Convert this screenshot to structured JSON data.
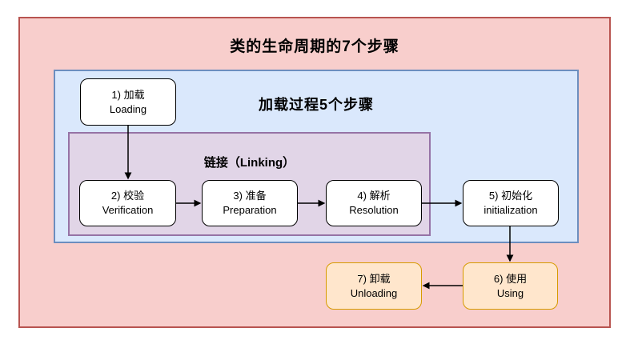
{
  "diagram": {
    "title": "类的生命周期的7个步骤",
    "groups": {
      "loading_process": {
        "label": "加载过程5个步骤"
      },
      "linking": {
        "label": "链接（Linking）"
      }
    },
    "nodes": {
      "loading": {
        "zh": "1) 加载",
        "en": "Loading"
      },
      "verification": {
        "zh": "2) 校验",
        "en": "Verification"
      },
      "preparation": {
        "zh": "3) 准备",
        "en": "Preparation"
      },
      "resolution": {
        "zh": "4) 解析",
        "en": "Resolution"
      },
      "initialization": {
        "zh": "5) 初始化",
        "en": "initialization"
      },
      "using": {
        "zh": "6) 使用",
        "en": "Using"
      },
      "unloading": {
        "zh": "7) 卸载",
        "en": "Unloading"
      }
    },
    "edges": [
      {
        "from": "loading",
        "to": "verification"
      },
      {
        "from": "verification",
        "to": "preparation"
      },
      {
        "from": "preparation",
        "to": "resolution"
      },
      {
        "from": "resolution",
        "to": "initialization"
      },
      {
        "from": "initialization",
        "to": "using"
      },
      {
        "from": "using",
        "to": "unloading"
      }
    ],
    "colors": {
      "outer_fill": "#f8cecc",
      "outer_stroke": "#b85450",
      "loading_group_fill": "#dae8fc",
      "loading_group_stroke": "#6c8ebf",
      "linking_group_fill": "#e1d5e7",
      "linking_group_stroke": "#9673a6",
      "lifecycle_node_fill": "#ffffff",
      "lifecycle_node_stroke": "#000000",
      "usage_node_fill": "#ffe6cc",
      "usage_node_stroke": "#d79b00",
      "arrow": "#000000"
    }
  }
}
